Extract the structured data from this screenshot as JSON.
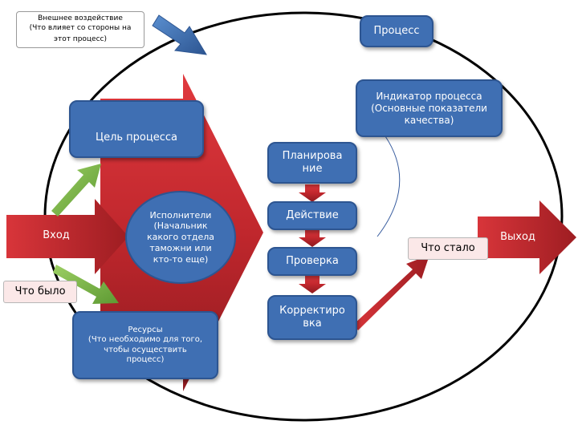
{
  "external": {
    "line1": "Внешнее воздействие",
    "line2": "(Что влияет со стороны на",
    "line3": "этот процесс)"
  },
  "process": "Процесс",
  "indicator": "Индикатор процесса\n(Основные показатели\nкачества)",
  "goal": "Цель процесса",
  "input": "Вход",
  "executors": "Исполнители\n(Начальник\nкакого отдела\nтаможни или\nкто-то еще)",
  "before": "Что было",
  "resources": "Ресурсы\n(Что необходимо для того,\nчтобы осуществить\nпроцесс)",
  "steps": {
    "plan": "Планирова\nние",
    "do": "Действие",
    "check": "Проверка",
    "act": "Корректиро\nвка"
  },
  "after": "Что стало",
  "output": "Выход",
  "colors": {
    "blue": "#3f6fb3",
    "red": "#c0272d",
    "green": "#7ab648",
    "pink": "#fbe8e8"
  }
}
